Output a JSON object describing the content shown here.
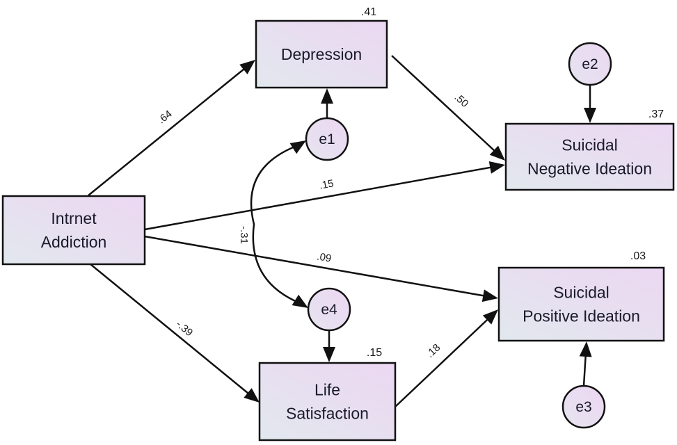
{
  "diagram": {
    "type": "structural-equation-path-model",
    "colors": {
      "box_fill_start": "#e2e8ee",
      "box_fill_end": "#ecd7f2",
      "stroke": "#111111",
      "text": "#1a1a2a"
    },
    "observed_variables": [
      {
        "id": "ia",
        "lines": [
          "Intrnet",
          "Addiction"
        ],
        "r2": null
      },
      {
        "id": "dep",
        "lines": [
          "Depression"
        ],
        "r2": ".41"
      },
      {
        "id": "sni",
        "lines": [
          "Suicidal",
          "Negative Ideation"
        ],
        "r2": ".37"
      },
      {
        "id": "spi",
        "lines": [
          "Suicidal",
          "Positive Ideation"
        ],
        "r2": ".03"
      },
      {
        "id": "ls",
        "lines": [
          "Life",
          "Satisfaction"
        ],
        "r2": ".15"
      }
    ],
    "error_terms": [
      {
        "id": "e1",
        "label": "e1",
        "target": "dep"
      },
      {
        "id": "e2",
        "label": "e2",
        "target": "sni"
      },
      {
        "id": "e3",
        "label": "e3",
        "target": "spi"
      },
      {
        "id": "e4",
        "label": "e4",
        "target": "ls"
      }
    ],
    "paths": [
      {
        "from": "ia",
        "to": "dep",
        "coef": ".64"
      },
      {
        "from": "dep",
        "to": "sni",
        "coef": ".50"
      },
      {
        "from": "ia",
        "to": "sni",
        "coef": ".15"
      },
      {
        "from": "ia",
        "to": "spi",
        "coef": ".09"
      },
      {
        "from": "ia",
        "to": "ls",
        "coef": "-.39"
      },
      {
        "from": "ls",
        "to": "spi",
        "coef": ".18"
      }
    ],
    "covariances": [
      {
        "between": [
          "e1",
          "e4"
        ],
        "coef": "-.31"
      }
    ]
  }
}
